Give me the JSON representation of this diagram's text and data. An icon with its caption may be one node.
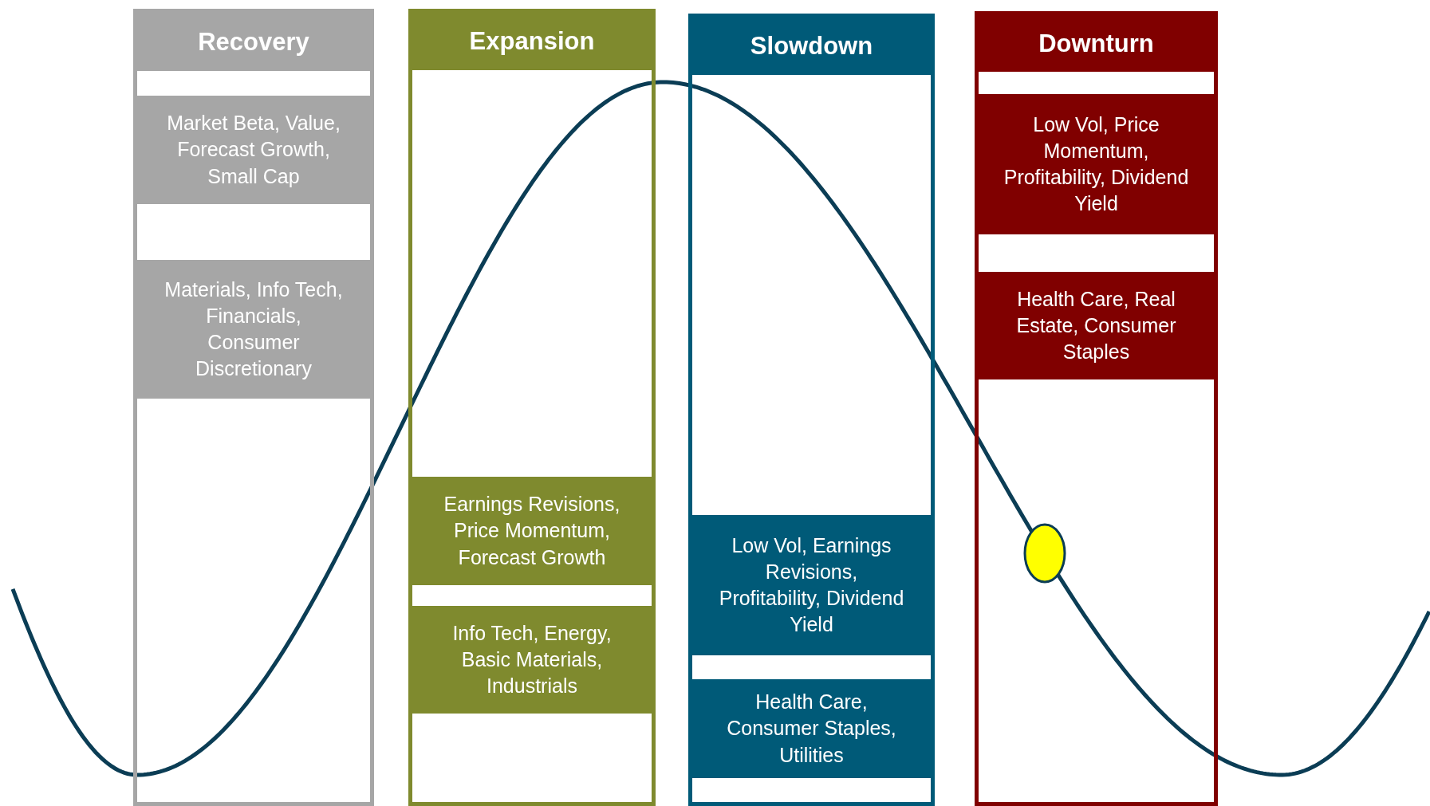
{
  "diagram": {
    "nodes": [
      {
        "text": [
          "Recovery"
        ]
      },
      {
        "text": [
          "Market Beta, Value, Forecast Growth, Small Cap"
        ],
        "in": 0
      },
      {
        "text": [
          "Materials, Info Tech, Financials, Consumer Discretionary"
        ],
        "in": 0
      },
      {
        "text": [
          "Expansion"
        ]
      },
      {
        "text": [
          "Earnings Revisions, Price Momentum, Forecast Growth"
        ],
        "in": 3
      },
      {
        "text": [
          "Info Tech, Energy, Basic Materials, Industrials"
        ],
        "in": 3
      },
      {
        "text": [
          "Slowdown"
        ]
      },
      {
        "text": [
          "Low Vol, Earnings Revisions, Profitability, Dividend Yield"
        ],
        "in": 6
      },
      {
        "text": [
          "Health Care, Consumer Staples, Utilities"
        ],
        "in": 6
      },
      {
        "text": [
          "Downturn"
        ]
      },
      {
        "text": [
          "Low Vol, Price Momentum, Profitability, Dividend Yield"
        ],
        "in": 9
      },
      {
        "text": [
          "Health Care, Real Estate, Consumer Staples"
        ],
        "in": 9
      }
    ]
  }
}
